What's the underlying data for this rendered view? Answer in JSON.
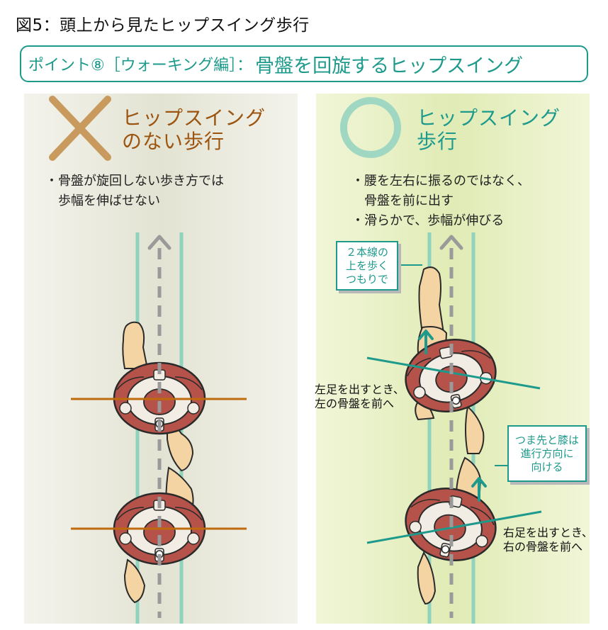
{
  "figure_title": "図5：頭上から見たヒップスイング歩行",
  "header": {
    "label": "ポイント⑧［ウォーキング編］：",
    "title": "骨盤を回旋するヒップスイング"
  },
  "left_panel": {
    "symbol": "x-mark-icon",
    "title_line1": "ヒップスイング",
    "title_line2": "のない歩行",
    "bullet1_line1": "・骨盤が旋回しない歩き方では",
    "bullet1_line2": "　歩幅を伸ばせない"
  },
  "right_panel": {
    "symbol": "circle-mark-icon",
    "title_line1": "ヒップスイング",
    "title_line2": "歩行",
    "bullet1_line1": "・腰を左右に振るのではなく、",
    "bullet1_line2": "　骨盤を前に出す",
    "bullet2": "・滑らかで、歩幅が伸びる",
    "callout_lines": {
      "line1": "２本線の",
      "line2": "上を歩く",
      "line3": "つもりで"
    },
    "callout_knee": {
      "line1": "つま先と膝は",
      "line2": "進行方向に",
      "line3": "向ける"
    },
    "label_left_foot": {
      "line1": "左足を出すとき、",
      "line2": "左の骨盤を前へ"
    },
    "label_right_foot": {
      "line1": "右足を出すとき、",
      "line2": "右の骨盤を前へ"
    }
  },
  "colors": {
    "teal": "#1e9a8c",
    "brown": "#9c5510",
    "orange_line": "#c06a0e",
    "guide_lines": "#8fd3bd",
    "pelvis_red": "#b5534a",
    "skin": "#f5d4a3"
  }
}
